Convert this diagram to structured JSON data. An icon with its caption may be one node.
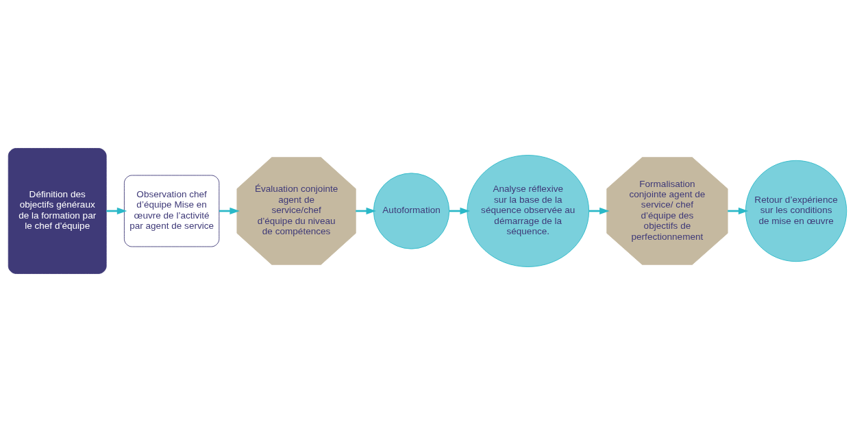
{
  "diagram": {
    "nodes": [
      {
        "text": [
          "Définition des objectifs généraux de la formation par le chef d’équipe"
        ]
      },
      {
        "text": [
          "Observation chef d’équipe Mise en œuvre de l’activité par agent de service"
        ]
      },
      {
        "text": [
          "Évaluation conjointe agent de service/chef d’équipe du niveau de compétences"
        ]
      },
      {
        "text": [
          "Autoformation"
        ]
      },
      {
        "text": [
          "Analyse réflexive sur la base de la séquence observée au démarrage de la séquence."
        ]
      },
      {
        "text": [
          "Formalisation conjointe agent de service/ chef d’équipe des objectifs de perfectionnement"
        ]
      },
      {
        "text": [
          "Retour d’expérience sur les conditions de mise en œuvre"
        ]
      }
    ],
    "edges": [
      {
        "from": 0,
        "to": 1,
        "arrow": "to"
      },
      {
        "from": 1,
        "to": 2,
        "arrow": "to"
      },
      {
        "from": 2,
        "to": 3,
        "arrow": "to"
      },
      {
        "from": 3,
        "to": 4,
        "arrow": "to"
      },
      {
        "from": 4,
        "to": 5,
        "arrow": "to"
      },
      {
        "from": 5,
        "to": 6,
        "arrow": "to"
      }
    ]
  }
}
